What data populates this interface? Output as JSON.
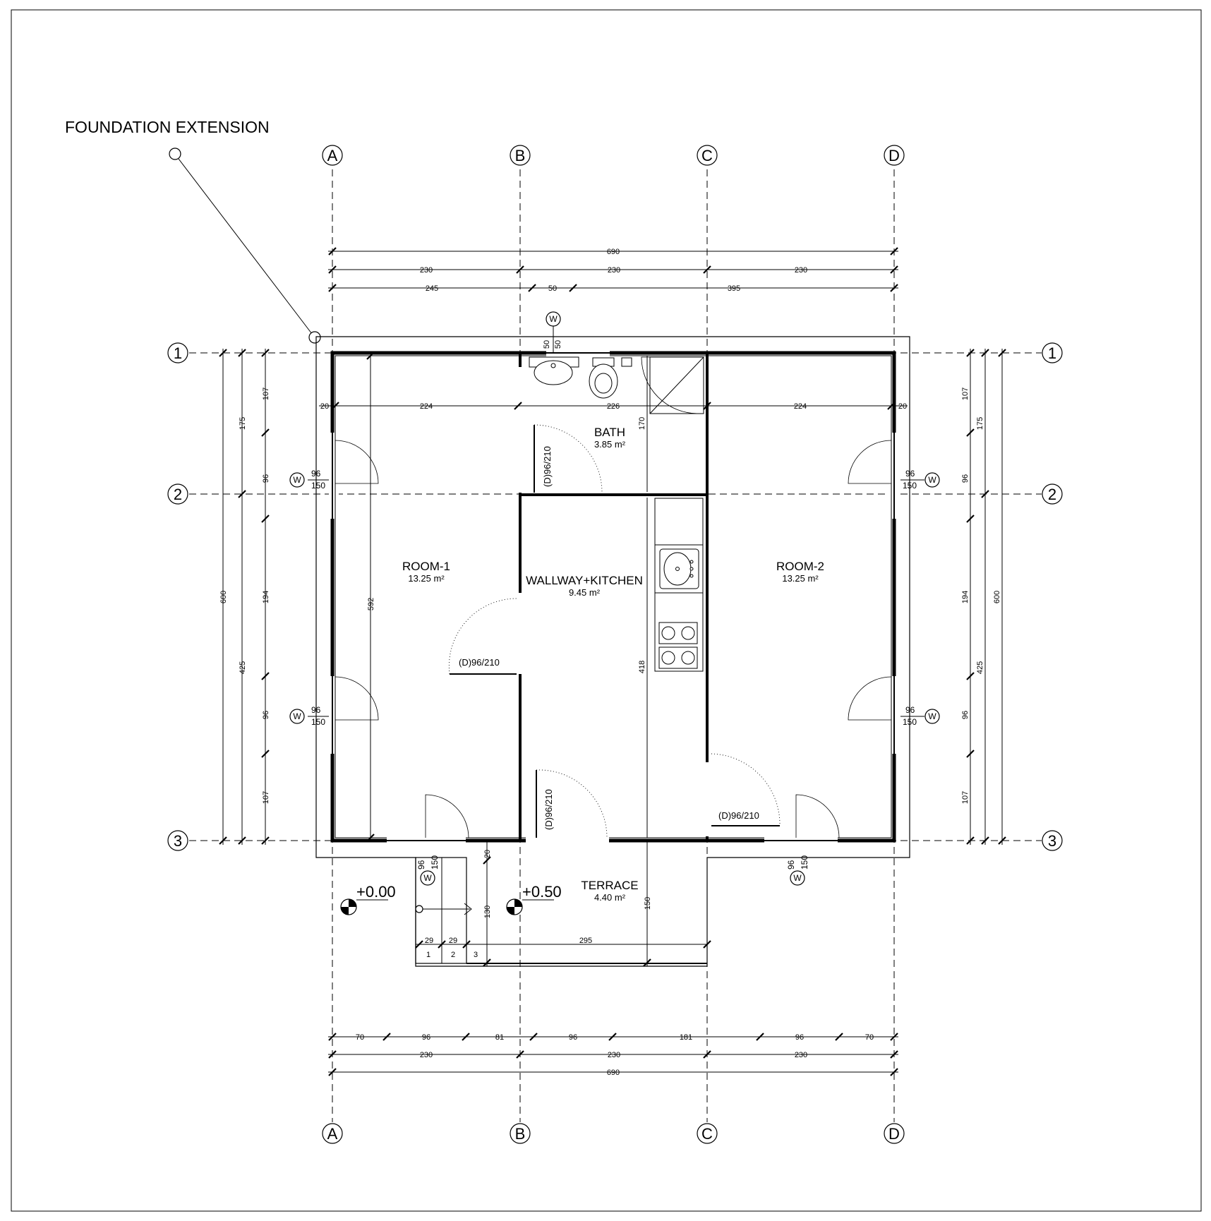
{
  "title": "FOUNDATION EXTENSION",
  "grid": {
    "columns": [
      "A",
      "B",
      "C",
      "D"
    ],
    "rows": [
      "1",
      "2",
      "3"
    ]
  },
  "rooms": [
    {
      "id": "room1",
      "name": "ROOM-1",
      "area": "13.25 m²"
    },
    {
      "id": "hall",
      "name": "WALLWAY+KITCHEN",
      "area": "9.45 m²"
    },
    {
      "id": "room2",
      "name": "ROOM-2",
      "area": "13.25 m²"
    },
    {
      "id": "bath",
      "name": "BATH",
      "area": "3.85 m²"
    },
    {
      "id": "terrace",
      "name": "TERRACE",
      "area": "4.40 m²"
    }
  ],
  "doors": [
    "(D)96/210",
    "(D)96/210",
    "(D)96/210",
    "(D)96/210"
  ],
  "window_tag": "W",
  "window_width": "96",
  "window_height": "150",
  "levels": [
    "+0.00",
    "+0.50"
  ],
  "top_dims": {
    "overall": "690",
    "grid": [
      "230",
      "230",
      "230"
    ],
    "parts": [
      "245",
      "50",
      "395"
    ]
  },
  "bottom_dims": {
    "overall": "690",
    "grid": [
      "230",
      "230",
      "230"
    ],
    "openings": [
      "70",
      "96",
      "81",
      "96",
      "181",
      "96",
      "70"
    ]
  },
  "left_dims": {
    "overall": "600",
    "sub": [
      "175",
      "425"
    ],
    "openings": [
      "107",
      "96",
      "194",
      "96",
      "107"
    ]
  },
  "right_dims": {
    "overall": "600",
    "sub": [
      "175",
      "425"
    ],
    "openings": [
      "107",
      "96",
      "194",
      "96",
      "107"
    ]
  },
  "interior_dims": {
    "room1_width": "224",
    "bath_width": "226",
    "room2_width": "224",
    "wall_left": "20",
    "wall_right": "20",
    "room1_height": "592",
    "bath_height": "170",
    "kitchen_height": "418",
    "bath_window_a": "50",
    "bath_window_b": "50"
  },
  "terrace_dims": {
    "step1": "29",
    "step2": "29",
    "width": "295",
    "depth": "130",
    "wall": "20",
    "height": "150",
    "step_numbers": [
      "1",
      "2",
      "3"
    ]
  }
}
